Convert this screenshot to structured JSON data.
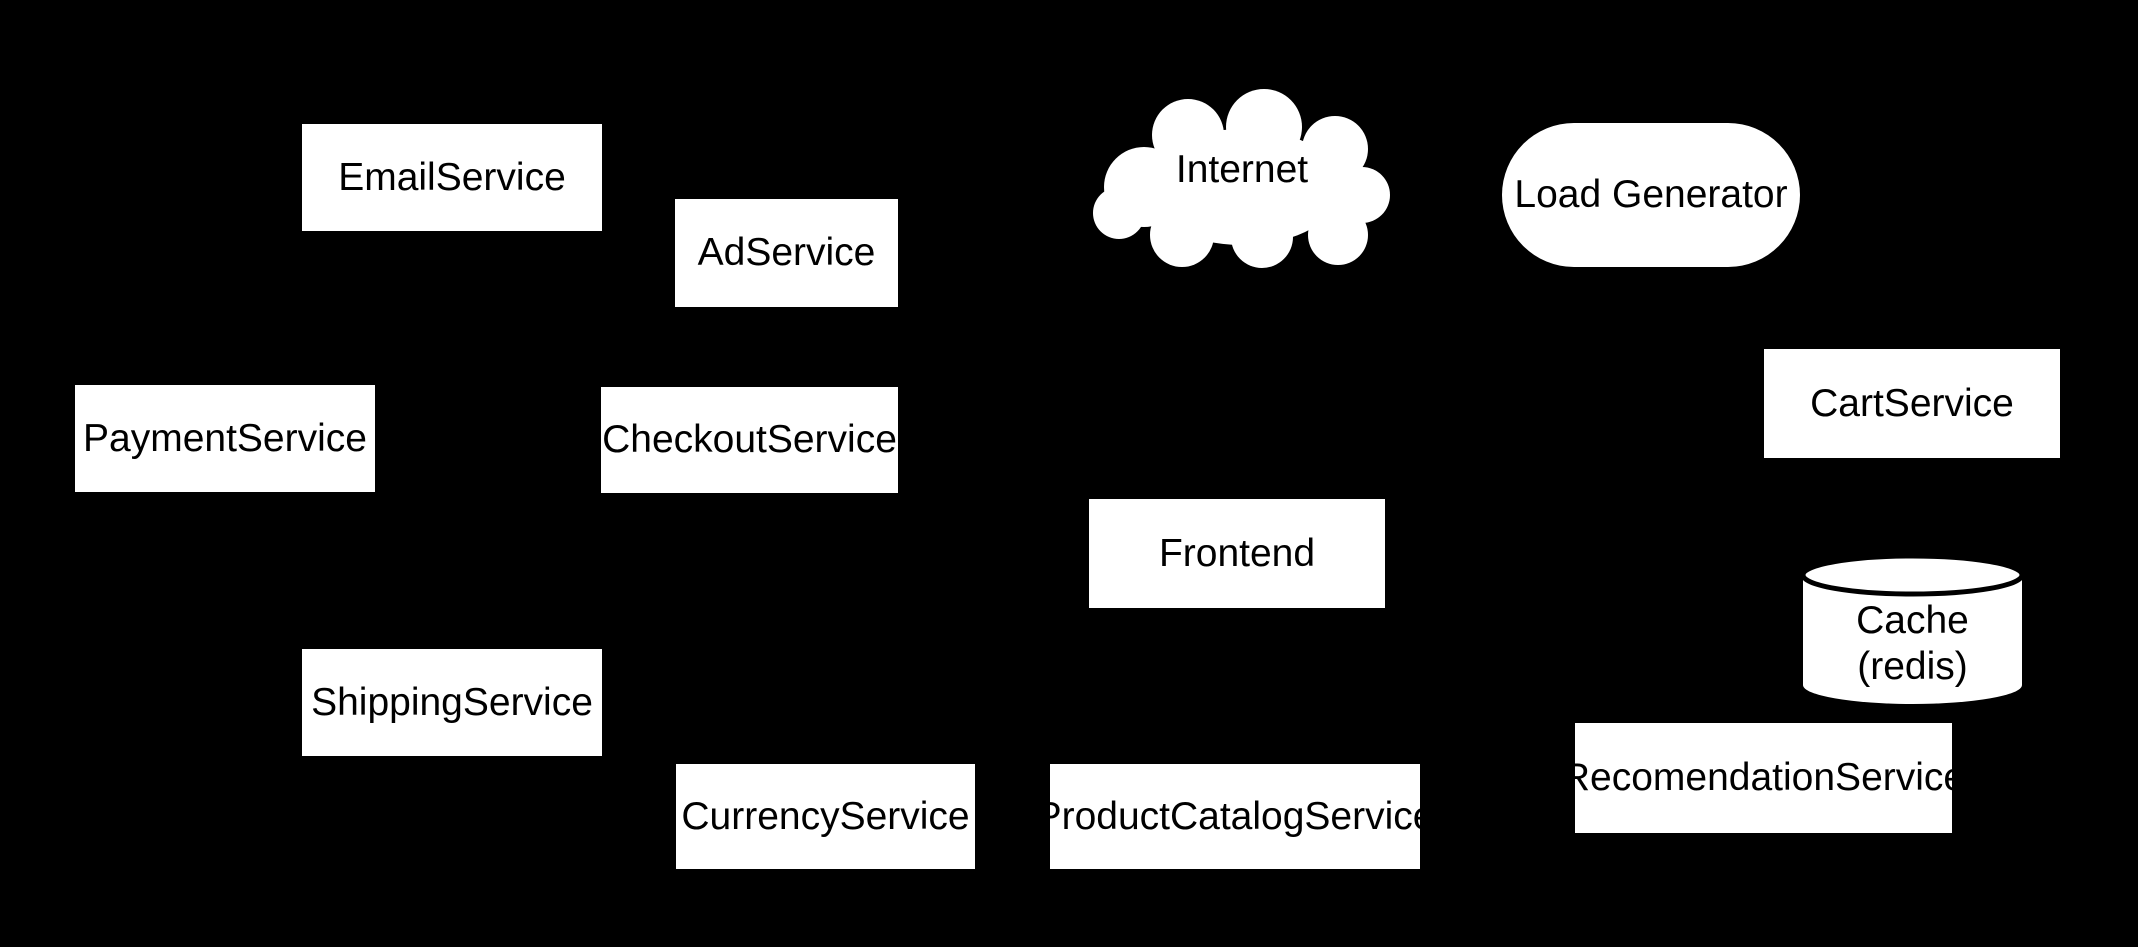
{
  "colors": {
    "background": "#000000",
    "node_fill": "#ffffff",
    "node_text": "#000000",
    "cylinder_stroke": "#000000"
  },
  "nodes": {
    "email_service": {
      "label": "EmailService",
      "shape": "rectangle"
    },
    "ad_service": {
      "label": "AdService",
      "shape": "rectangle"
    },
    "internet": {
      "label": "Internet",
      "shape": "cloud"
    },
    "load_generator": {
      "label": "Load Generator",
      "shape": "rounded-pill"
    },
    "payment_service": {
      "label": "PaymentService",
      "shape": "rectangle"
    },
    "checkout_service": {
      "label": "CheckoutService",
      "shape": "rectangle"
    },
    "cart_service": {
      "label": "CartService",
      "shape": "rectangle"
    },
    "frontend": {
      "label": "Frontend",
      "shape": "rectangle"
    },
    "cache": {
      "label": "Cache",
      "sublabel": "(redis)",
      "shape": "cylinder"
    },
    "shipping_service": {
      "label": "ShippingService",
      "shape": "rectangle"
    },
    "currency_service": {
      "label": "CurrencyService",
      "shape": "rectangle"
    },
    "product_catalog_service": {
      "label": "ProductCatalogService",
      "shape": "rectangle"
    },
    "recomendation_service": {
      "label": "RecomendationService",
      "shape": "rectangle"
    }
  }
}
